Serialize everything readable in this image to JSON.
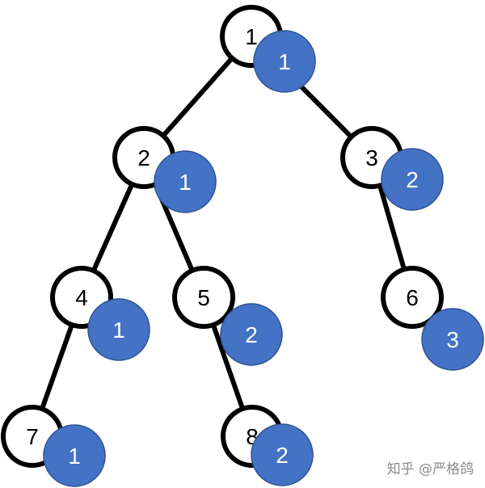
{
  "tree": {
    "colors": {
      "node_fill": "#ffffff",
      "node_stroke": "#000000",
      "badge_fill": "#4472c4",
      "badge_text": "#ffffff",
      "edge": "#000000"
    },
    "nodes": [
      {
        "id": "1",
        "label": "1",
        "badge": "1"
      },
      {
        "id": "2",
        "label": "2",
        "badge": "1"
      },
      {
        "id": "3",
        "label": "3",
        "badge": "2"
      },
      {
        "id": "4",
        "label": "4",
        "badge": "1"
      },
      {
        "id": "5",
        "label": "5",
        "badge": "2"
      },
      {
        "id": "6",
        "label": "6",
        "badge": "3"
      },
      {
        "id": "7",
        "label": "7",
        "badge": "1"
      },
      {
        "id": "8",
        "label": "8",
        "badge": "2"
      }
    ],
    "edges": [
      {
        "from": "1",
        "to": "2"
      },
      {
        "from": "1",
        "to": "3"
      },
      {
        "from": "2",
        "to": "4"
      },
      {
        "from": "2",
        "to": "5"
      },
      {
        "from": "3",
        "to": "6"
      },
      {
        "from": "4",
        "to": "7"
      },
      {
        "from": "5",
        "to": "8"
      }
    ]
  },
  "watermark": {
    "text": "知乎 @严格鸽"
  }
}
